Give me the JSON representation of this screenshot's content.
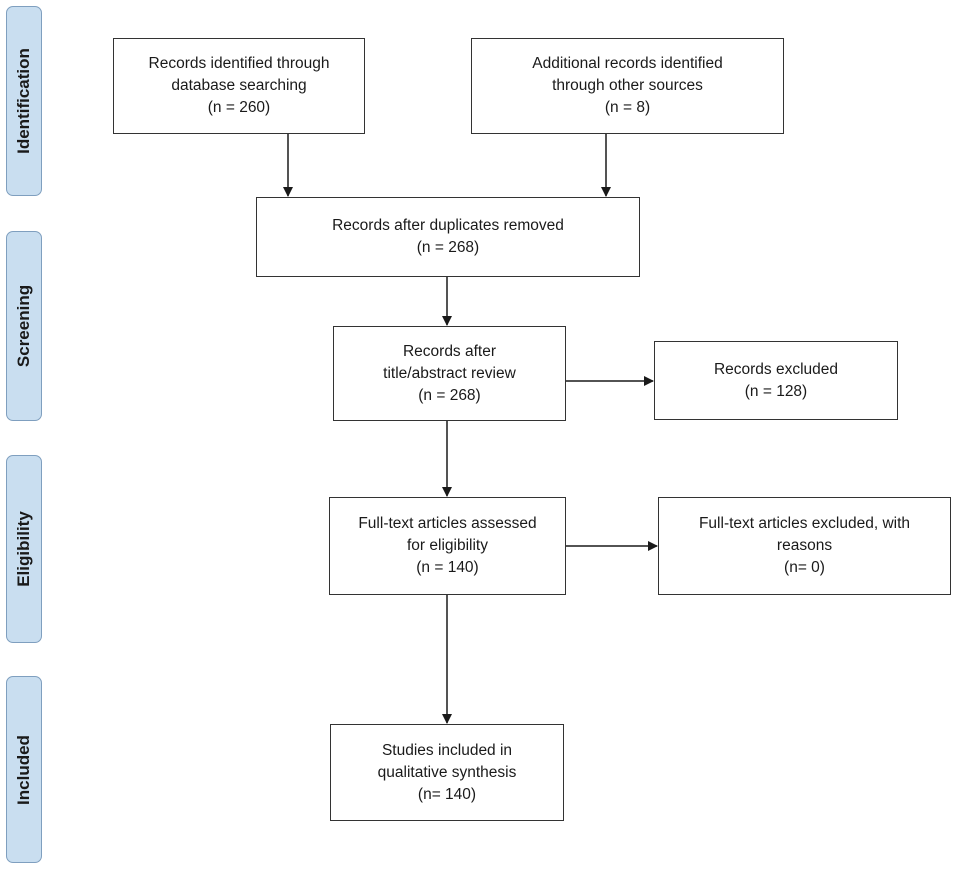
{
  "stages": [
    {
      "id": "identification",
      "label": "Identification"
    },
    {
      "id": "screening",
      "label": "Screening"
    },
    {
      "id": "eligibility",
      "label": "Eligibility"
    },
    {
      "id": "included",
      "label": "Included"
    }
  ],
  "boxes": {
    "db_search": {
      "lines": [
        "Records identified through",
        "database searching",
        "(n = 260)"
      ]
    },
    "other": {
      "lines": [
        "Additional records identified",
        "through other sources",
        "(n = 8)"
      ]
    },
    "dedup": {
      "lines": [
        "Records after duplicates removed",
        "(n = 268)"
      ]
    },
    "title": {
      "lines": [
        "Records after",
        "title/abstract review",
        "(n = 268)"
      ]
    },
    "excluded": {
      "lines": [
        "Records excluded",
        "(n = 128)"
      ]
    },
    "fulltext": {
      "lines": [
        "Full-text articles assessed",
        "for eligibility",
        "(n = 140)"
      ]
    },
    "ft_excluded": {
      "lines": [
        "Full-text articles excluded, with",
        "reasons",
        "(n= 0)"
      ]
    },
    "included": {
      "lines": [
        "Studies included in",
        "qualitative synthesis",
        "(n= 140)"
      ]
    }
  },
  "colors": {
    "stage_fill": "#c9def0",
    "stage_border": "#7f9fbf",
    "box_border": "#333333",
    "arrow": "#1a1a1a"
  }
}
